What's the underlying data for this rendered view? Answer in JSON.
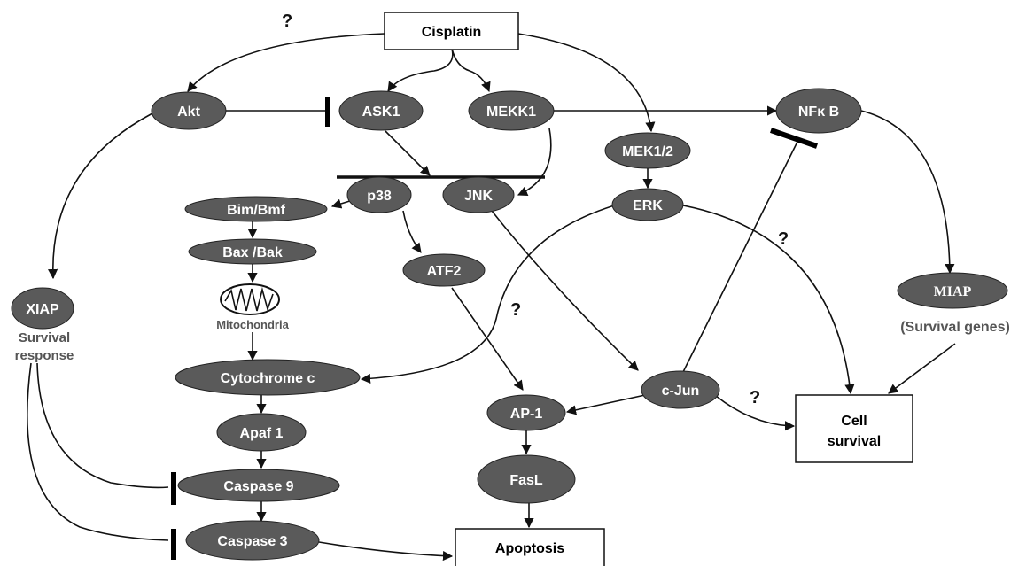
{
  "nodes": {
    "cisplatin": "Cisplatin",
    "akt": "Akt",
    "ask1": "ASK1",
    "mekk1": "MEKK1",
    "nfkb": "NFκ B",
    "mek12": "MEK1/2",
    "erk": "ERK",
    "p38": "p38",
    "jnk": "JNK",
    "bim_bmf": "Bim/Bmf",
    "bax_bak": "Bax /Bak",
    "mitochondria": "Mitochondria",
    "atf2": "ATF2",
    "xiap": "XIAP",
    "survival_response_1": "Survival",
    "survival_response_2": "response",
    "cytochrome_c": "Cytochrome c",
    "apaf1": "Apaf 1",
    "caspase9": "Caspase 9",
    "caspase3": "Caspase 3",
    "ap1": "AP-1",
    "c_jun": "c-Jun",
    "fasl": "FasL",
    "miap": "MIAP",
    "survival_genes": "(Survival genes)",
    "cell_survival_1": "Cell",
    "cell_survival_2": "survival",
    "apoptosis": "Apoptosis"
  },
  "question_marks": [
    "?",
    "?",
    "?",
    "?"
  ],
  "colors": {
    "node_fill": "#5a5a5a",
    "node_text": "#ffffff",
    "edge": "#111111",
    "inhibitor": "#000000"
  }
}
